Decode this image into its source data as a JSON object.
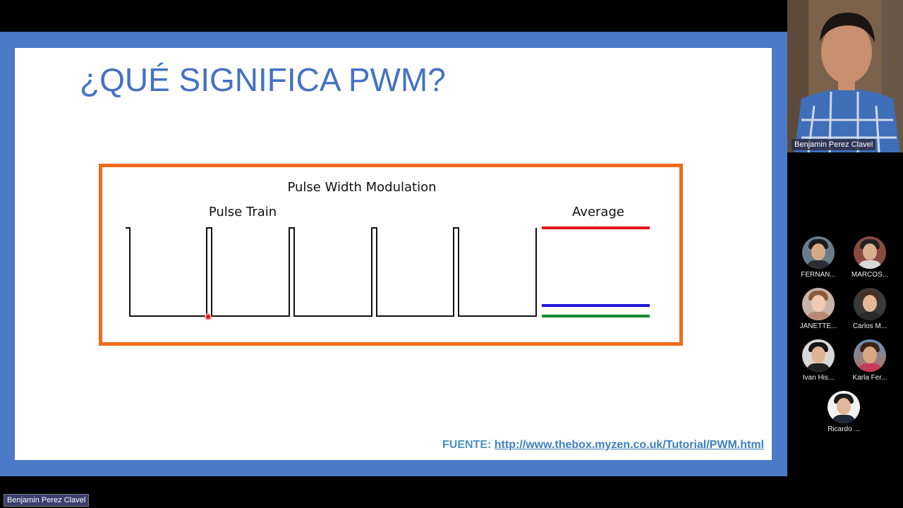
{
  "slide": {
    "title": "¿QUÉ SIGNIFICA PWM?",
    "figure": {
      "heading": "Pulse Width Modulation",
      "left_label": "Pulse Train",
      "right_label": "Average",
      "average_colors": [
        "#e0151c",
        "#1f14d8",
        "#138b2d"
      ],
      "border_color": "#f26b1d"
    },
    "source_label": "FUENTE:",
    "source_url": "http://www.thebox.myzen.co.uk/Tutorial/PWM.html"
  },
  "speaker": {
    "name": "Benjamin Perez Clavel"
  },
  "bottom_name": "Benjamin Perez Clavel",
  "participants": [
    {
      "name": "FERNAN..."
    },
    {
      "name": "MARCOS..."
    },
    {
      "name": "JANETTE..."
    },
    {
      "name": "Carlos M..."
    },
    {
      "name": "Ivan His..."
    },
    {
      "name": "Karla Fer..."
    },
    {
      "name": "Ricardo ..."
    }
  ]
}
